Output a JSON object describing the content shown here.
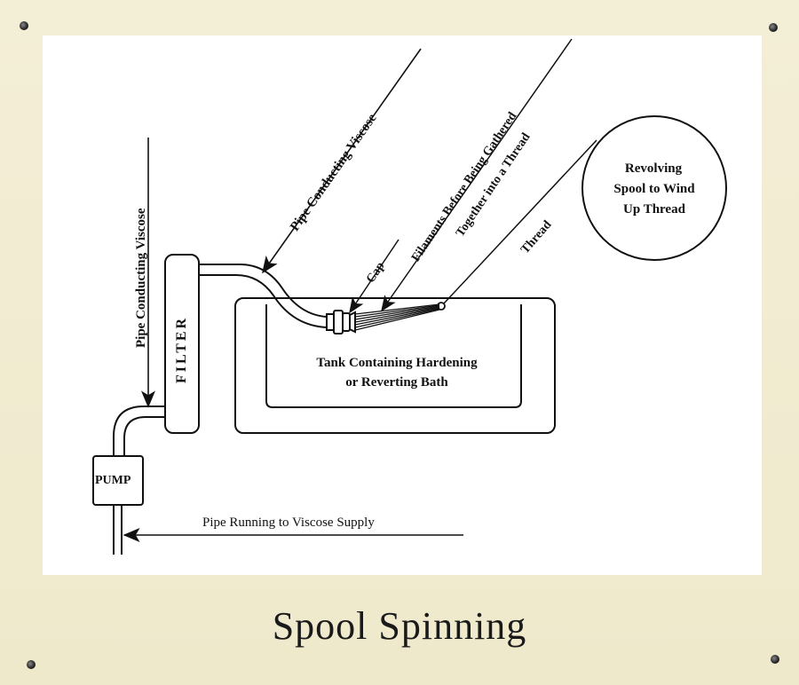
{
  "labels": {
    "pipe_viscose_vertical": "Pipe Conducting Viscose",
    "pipe_viscose_diagonal": "Pipe Conducting Viscose",
    "filter": "FILTER",
    "pump": "PUMP",
    "cap": "Cap",
    "filaments_line1": "Filaments Before Being Gathered",
    "filaments_line2": "Together into a Thread",
    "thread": "Thread",
    "spool_line1": "Revolving",
    "spool_line2": "Spool to Wind",
    "spool_line3": "Up Thread",
    "tank_line1": "Tank Containing Hardening",
    "tank_line2": "or Reverting Bath",
    "supply": "Pipe Running to Viscose Supply"
  },
  "caption": "Spool Spinning"
}
